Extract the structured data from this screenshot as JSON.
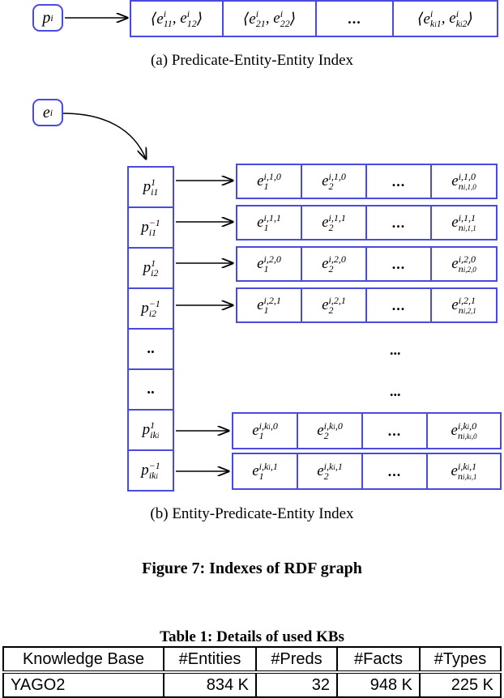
{
  "fig_a": {
    "node": "p",
    "node_sub": "i",
    "cells": [
      {
        "text": "⟨e",
        "sup1": "i",
        "sub1": "11",
        "mid": ", e",
        "sup2": "i",
        "sub2": "12",
        "end": "⟩"
      },
      {
        "text": "⟨e",
        "sup1": "i",
        "sub1": "21",
        "mid": ", e",
        "sup2": "i",
        "sub2": "22",
        "end": "⟩"
      },
      {
        "dots": "..."
      },
      {
        "text": "⟨e",
        "sup1": "i",
        "sub1": "k",
        "sub1b": "i",
        "sub1c": "1",
        "mid": ", e",
        "sup2": "i",
        "sub2": "k",
        "sub2b": "i",
        "sub2c": "2",
        "end": "⟩"
      }
    ],
    "caption": "(a)  Predicate-Entity-Entity Index"
  },
  "fig_b": {
    "node": "e",
    "node_sub": "i",
    "preds": [
      {
        "base": "p",
        "sup": "1",
        "sub": "i1"
      },
      {
        "base": "p",
        "sup": "−1",
        "sub": "i1"
      },
      {
        "base": "p",
        "sup": "1",
        "sub": "i2"
      },
      {
        "base": "p",
        "sup": "−1",
        "sub": "i2"
      },
      {
        "plain": ".."
      },
      {
        "plain": ".."
      },
      {
        "base": "p",
        "sup": "1",
        "sub": "ik",
        "subb": "i"
      },
      {
        "base": "p",
        "sup": "−1",
        "sub": "ik",
        "subb": "i"
      }
    ],
    "rows": [
      {
        "c1sup": "i,1,0",
        "c1sub": "1",
        "c2sup": "i,1,0",
        "c2sub": "2",
        "dots": "...",
        "c4sup": "i,1,0",
        "c4sub": "n",
        "c4subb": "i,1,0"
      },
      {
        "c1sup": "i,1,1",
        "c1sub": "1",
        "c2sup": "i,1,1",
        "c2sub": "2",
        "dots": "...",
        "c4sup": "i,1,1",
        "c4sub": "n",
        "c4subb": "i,1,1"
      },
      {
        "c1sup": "i,2,0",
        "c1sub": "1",
        "c2sup": "i,2,0",
        "c2sub": "2",
        "dots": "...",
        "c4sup": "i,2,0",
        "c4sub": "n",
        "c4subb": "i,2,0"
      },
      {
        "c1sup": "i,2,1",
        "c1sub": "1",
        "c2sup": "i,2,1",
        "c2sub": "2",
        "dots": "...",
        "c4sup": "i,2,1",
        "c4sub": "n",
        "c4subb": "i,2,1"
      },
      {
        "c1sup": "i,k",
        "c1supb": "i",
        "c1supc": ",0",
        "c1sub": "1",
        "c2sup": "i,k",
        "c2supb": "i",
        "c2supc": ",0",
        "c2sub": "2",
        "dots": "...",
        "c4sup": "i,k",
        "c4supb": "i",
        "c4supc": ",0",
        "c4sub": "n",
        "c4subb": "i,k",
        "c4subc": "i",
        "c4subd": ",0"
      },
      {
        "c1sup": "i,k",
        "c1supb": "i",
        "c1supc": ",1",
        "c1sub": "1",
        "c2sup": "i,k",
        "c2supb": "i",
        "c2supc": ",1",
        "c2sub": "2",
        "dots": "...",
        "c4sup": "i,k",
        "c4supb": "i",
        "c4supc": ",1",
        "c4sub": "n",
        "c4subb": "i,k",
        "c4subc": "i",
        "c4subd": ",1"
      }
    ],
    "mid_dots_1": "...",
    "mid_dots_2": "...",
    "caption": "(b)  Entity-Predicate-Entity Index"
  },
  "figure_title": "Figure 7: Indexes of RDF graph",
  "table": {
    "title": "Table 1: Details of used KBs",
    "headers": [
      "Knowledge Base",
      "#Entities",
      "#Preds",
      "#Facts",
      "#Types"
    ],
    "rows": [
      [
        "YAGO2",
        "834 K",
        "32",
        "948 K",
        "225 K"
      ]
    ]
  },
  "colors": {
    "box_border": "#4a4adf"
  }
}
